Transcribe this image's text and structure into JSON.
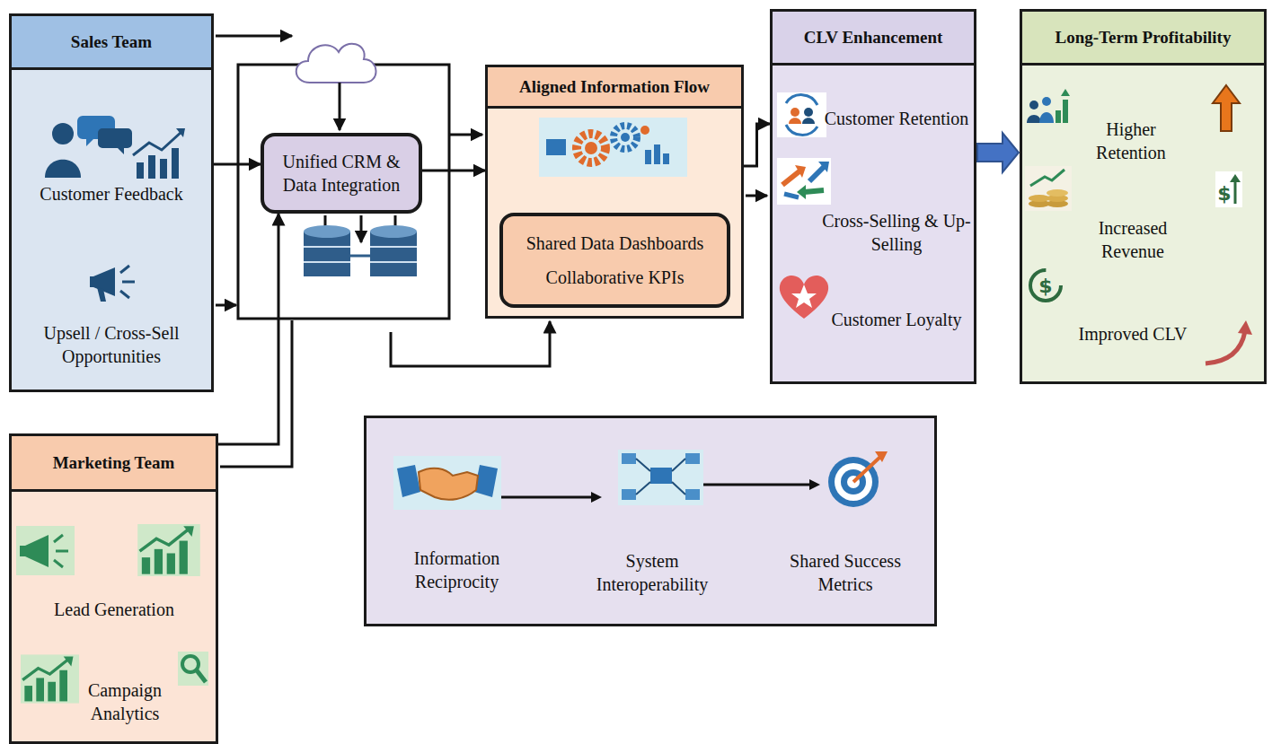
{
  "diagram": {
    "nodes": [
      {
        "text": [
          "Sales Team",
          "Customer Feedback",
          "Upsell / Cross-Sell Opportunities"
        ]
      },
      {
        "text": [
          "Marketing Team",
          "Lead Generation",
          "Campaign Analytics"
        ]
      },
      {
        "text": [
          "Unified CRM & Data Integration"
        ]
      },
      {
        "text": [
          "Aligned Information Flow"
        ]
      },
      {
        "text": [
          "Shared Data Dashboards",
          "Collaborative KPIs"
        ],
        "in": 3
      },
      {
        "text": [
          "CLV Enhancement",
          "Customer Retention",
          "Cross-Selling & Up-Selling",
          "Customer Loyalty"
        ]
      },
      {
        "text": [
          "Long-Term Profitability",
          "Higher Retention",
          "Increased Revenue",
          "Improved CLV"
        ]
      },
      {
        "text": [
          "Information Reciprocity",
          "System Interoperability",
          "Shared Success Metrics"
        ]
      }
    ],
    "edges": [
      {
        "from": 0,
        "to": 2,
        "arrow": "to"
      },
      {
        "from": 1,
        "to": 2,
        "arrow": "to"
      },
      {
        "from": 2,
        "to": 3,
        "arrow": "to"
      },
      {
        "from": 3,
        "to": 5,
        "arrow": "to"
      },
      {
        "from": 5,
        "to": 6,
        "arrow": "to"
      }
    ]
  }
}
